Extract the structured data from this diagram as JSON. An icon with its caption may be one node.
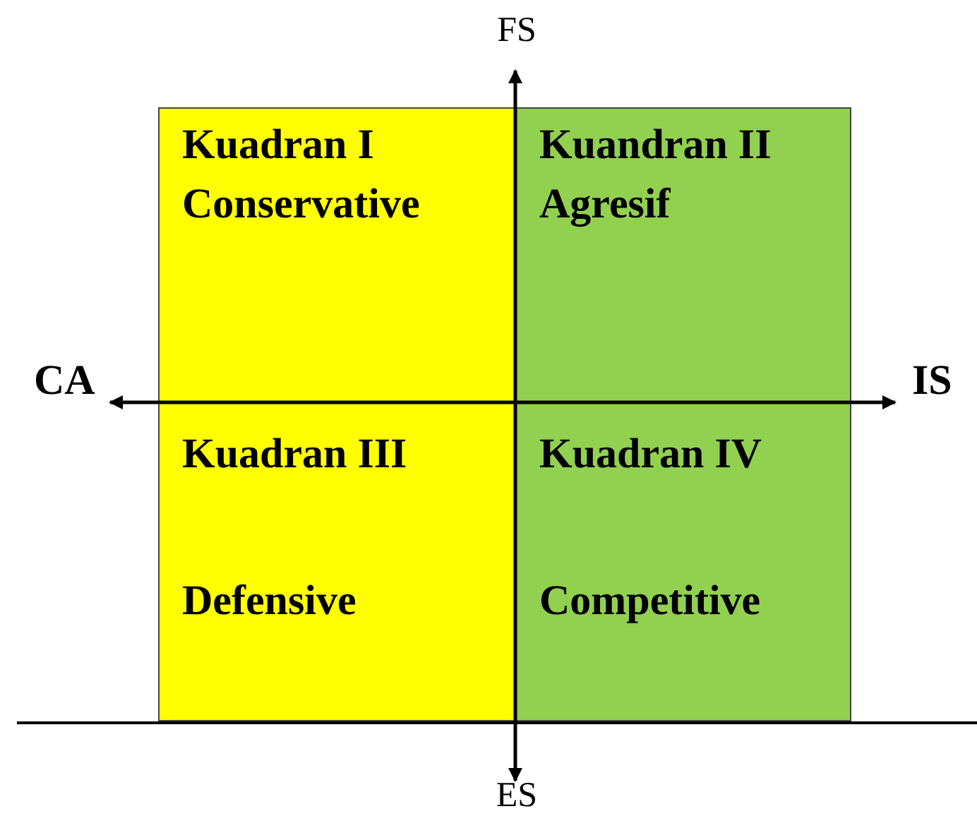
{
  "diagram": {
    "nodes": [
      {
        "text": [
          "Kuadran I",
          "Conservative"
        ]
      },
      {
        "text": [
          "Kuandran II",
          "Agresif"
        ]
      },
      {
        "text": [
          "Kuadran III",
          "Defensive"
        ]
      },
      {
        "text": [
          "Kuadran IV",
          "Competitive"
        ]
      }
    ],
    "labels": [
      "FS",
      "CA",
      "IS",
      "ES"
    ]
  }
}
